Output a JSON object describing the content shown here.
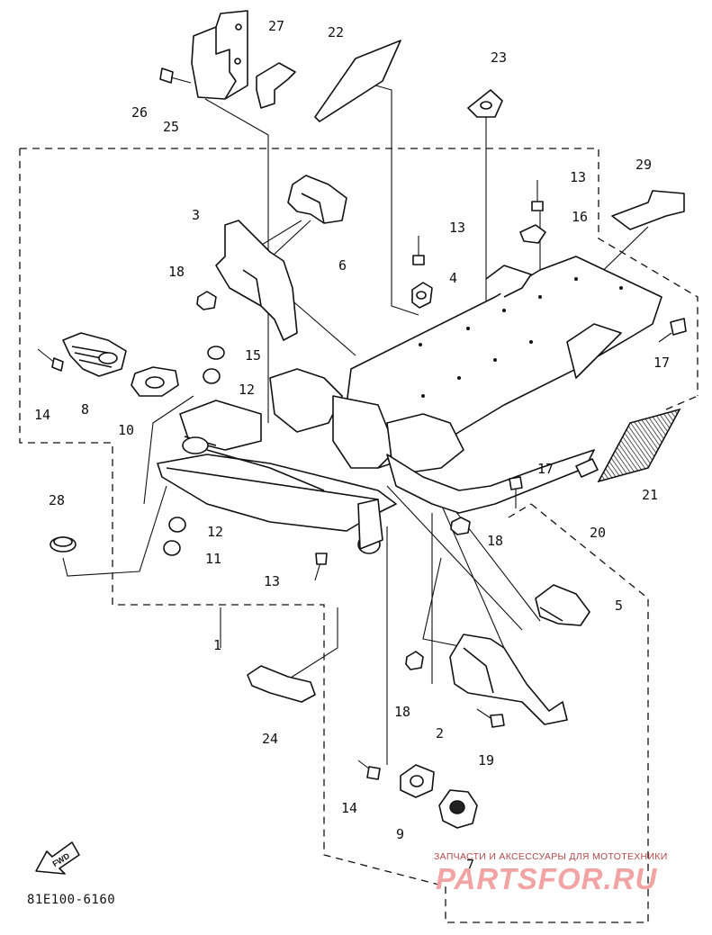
{
  "diagram": {
    "catalog_number": "81E100-6160",
    "fwd_label": "FWD",
    "watermark_tagline": "ЗАПЧАСТИ И АКСЕССУАРЫ ДЛЯ МОТОТЕХНИКИ",
    "watermark_brand": "PARTSFOR.RU",
    "callouts": {
      "c1": "1",
      "c2": "2",
      "c3": "3",
      "c4": "4",
      "c5": "5",
      "c6": "6",
      "c7": "7",
      "c8": "8",
      "c9": "9",
      "c10": "10",
      "c11": "11",
      "c12a": "12",
      "c12b": "12",
      "c13a": "13",
      "c13b": "13",
      "c13c": "13",
      "c14a": "14",
      "c14b": "14",
      "c15": "15",
      "c16": "16",
      "c17a": "17",
      "c17b": "17",
      "c18a": "18",
      "c18b": "18",
      "c18c": "18",
      "c19": "19",
      "c20": "20",
      "c21": "21",
      "c22": "22",
      "c23": "23",
      "c24": "24",
      "c25": "25",
      "c26": "26",
      "c27": "27",
      "c28": "28",
      "c29": "29"
    }
  }
}
